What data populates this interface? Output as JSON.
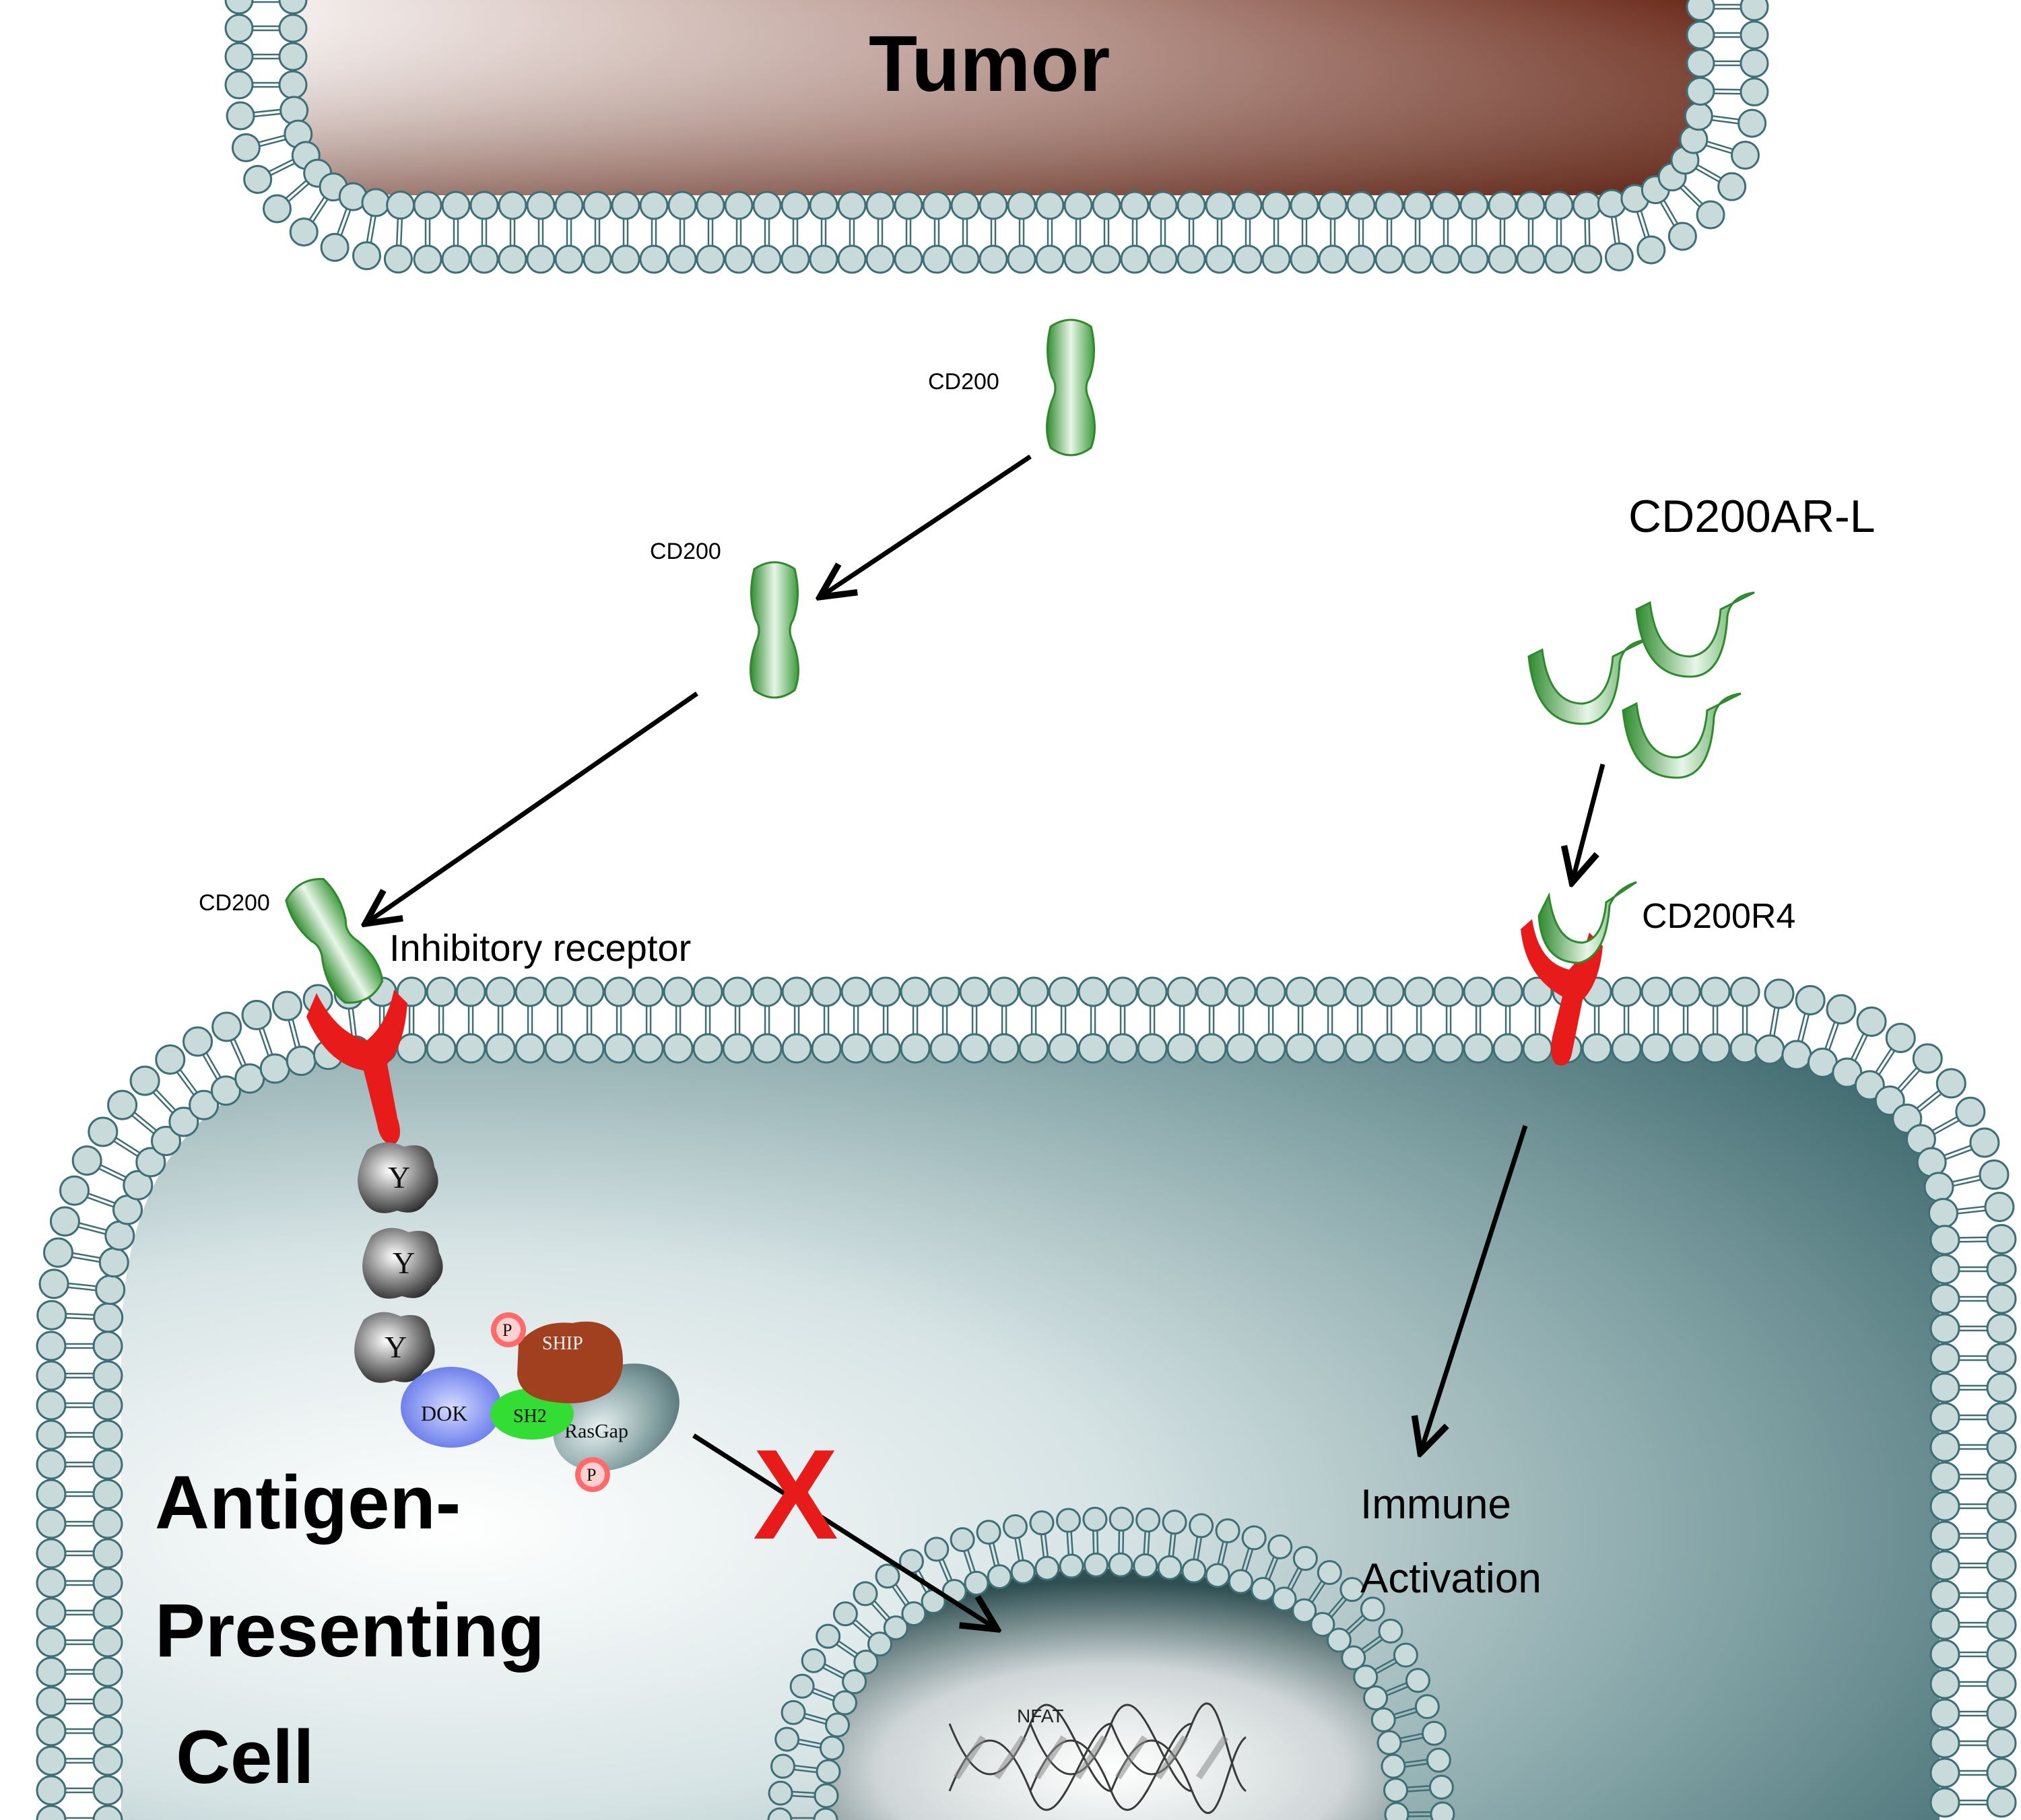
{
  "cells": {
    "tumor_label": "Tumor",
    "apc_label_line1": "Antigen-",
    "apc_label_line2": "Presenting",
    "apc_label_line3": " Cell"
  },
  "ligands": {
    "cd200_top": "CD200",
    "cd200_mid": "CD200",
    "cd200_bound": "CD200",
    "cd200ar_l": "CD200AR-L"
  },
  "receptors": {
    "inhibitory_receptor": "Inhibitory receptor",
    "cd200r4": "CD200R4"
  },
  "signaling": {
    "y1": "Y",
    "y2": "Y",
    "y3": "Y",
    "dok": "DOK",
    "sh2": "SH2",
    "ship": "SHIP",
    "rasgap": "RasGap",
    "p_ship": "P",
    "p_rasgap": "P",
    "blocked_mark": "X"
  },
  "nucleus": {
    "nfat": "NFAT"
  },
  "outcome": {
    "line1": "Immune",
    "line2": "Activation"
  },
  "colors": {
    "tumor_dark": "#6a2a1a",
    "tumor_light": "#f4eeec",
    "cell_dark": "#2e5b61",
    "cell_light": "#ffffff",
    "lipid_head": "#c9dadb",
    "lipid_stroke": "#3f6f76",
    "ligand_green": "#3f9d3f",
    "receptor_red": "#e81b1b",
    "ship_brown": "#a0401f",
    "dok_blue": "#6f7fef",
    "sh2_green": "#33dd33"
  }
}
